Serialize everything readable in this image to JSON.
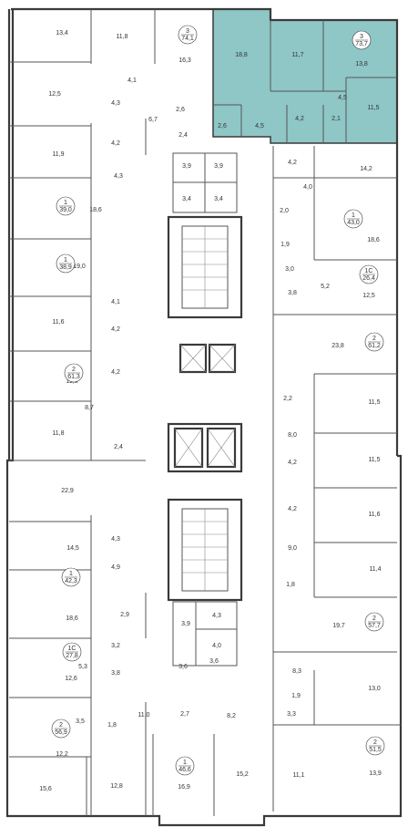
{
  "plan": {
    "highlight_color": "#8fc6c6",
    "rooms": [
      {
        "id": "r1",
        "t": "13,4"
      },
      {
        "id": "r2",
        "t": "11,8"
      },
      {
        "id": "r3",
        "t": "16,3"
      },
      {
        "id": "r4",
        "t": "18,8"
      },
      {
        "id": "r5",
        "t": "11,7"
      },
      {
        "id": "r6",
        "t": "13,8"
      },
      {
        "id": "r7",
        "t": "4,1"
      },
      {
        "id": "r8",
        "t": "12,5"
      },
      {
        "id": "r9",
        "t": "4,3"
      },
      {
        "id": "r10",
        "t": "6,7"
      },
      {
        "id": "r11",
        "t": "2,6"
      },
      {
        "id": "r12",
        "t": "2,6"
      },
      {
        "id": "r13",
        "t": "4,5"
      },
      {
        "id": "r14",
        "t": "11,5"
      },
      {
        "id": "r15",
        "t": "4,2"
      },
      {
        "id": "r16",
        "t": "2,1"
      },
      {
        "id": "r17",
        "t": "4,5"
      },
      {
        "id": "r18",
        "t": "4,2"
      },
      {
        "id": "r19",
        "t": "2,4"
      },
      {
        "id": "r20",
        "t": "11,9"
      },
      {
        "id": "r21",
        "t": "3,9"
      },
      {
        "id": "r22",
        "t": "3,9"
      },
      {
        "id": "r23",
        "t": "4,2"
      },
      {
        "id": "r24",
        "t": "14,2"
      },
      {
        "id": "r25",
        "t": "4,3"
      },
      {
        "id": "r26",
        "t": "4,0"
      },
      {
        "id": "r27",
        "t": "18,6"
      },
      {
        "id": "r28",
        "t": "3,4"
      },
      {
        "id": "r29",
        "t": "3,4"
      },
      {
        "id": "r30",
        "t": "2,0"
      },
      {
        "id": "r31",
        "t": "18,6"
      },
      {
        "id": "r32",
        "t": "1,9"
      },
      {
        "id": "r33",
        "t": "19,0"
      },
      {
        "id": "r34",
        "t": "3,0"
      },
      {
        "id": "r35",
        "t": "5,2"
      },
      {
        "id": "r36",
        "t": "3,8"
      },
      {
        "id": "r37",
        "t": "12,5"
      },
      {
        "id": "r38",
        "t": "4,1"
      },
      {
        "id": "r39",
        "t": "11,6"
      },
      {
        "id": "r40",
        "t": "4,2"
      },
      {
        "id": "r41",
        "t": "23,8"
      },
      {
        "id": "r42",
        "t": "4,2"
      },
      {
        "id": "r43",
        "t": "11,3"
      },
      {
        "id": "r44",
        "t": "2,2"
      },
      {
        "id": "r45",
        "t": "11,5"
      },
      {
        "id": "r46",
        "t": "8,7"
      },
      {
        "id": "r47",
        "t": "8,0"
      },
      {
        "id": "r48",
        "t": "11,8"
      },
      {
        "id": "r49",
        "t": "2,4"
      },
      {
        "id": "r50",
        "t": "11,5"
      },
      {
        "id": "r51",
        "t": "4,2"
      },
      {
        "id": "r52",
        "t": "22,9"
      },
      {
        "id": "r53",
        "t": "4,2"
      },
      {
        "id": "r54",
        "t": "11,6"
      },
      {
        "id": "r55",
        "t": "14,5"
      },
      {
        "id": "r56",
        "t": "4,3"
      },
      {
        "id": "r57",
        "t": "9,0"
      },
      {
        "id": "r58",
        "t": "4,9"
      },
      {
        "id": "r59",
        "t": "11,4"
      },
      {
        "id": "r60",
        "t": "1,8"
      },
      {
        "id": "r61",
        "t": "18,6"
      },
      {
        "id": "r62",
        "t": "2,9"
      },
      {
        "id": "r63",
        "t": "3,9"
      },
      {
        "id": "r64",
        "t": "4,3"
      },
      {
        "id": "r65",
        "t": "19,7"
      },
      {
        "id": "r66",
        "t": "4,0"
      },
      {
        "id": "r67",
        "t": "3,2"
      },
      {
        "id": "r68",
        "t": "5,3"
      },
      {
        "id": "r69",
        "t": "12,6"
      },
      {
        "id": "r70",
        "t": "3,8"
      },
      {
        "id": "r71",
        "t": "3,6"
      },
      {
        "id": "r72",
        "t": "3,6"
      },
      {
        "id": "r73",
        "t": "8,3"
      },
      {
        "id": "r74",
        "t": "1,9"
      },
      {
        "id": "r75",
        "t": "13,0"
      },
      {
        "id": "r76",
        "t": "3,3"
      },
      {
        "id": "r77",
        "t": "3,5"
      },
      {
        "id": "r78",
        "t": "1,8"
      },
      {
        "id": "r79",
        "t": "11,0"
      },
      {
        "id": "r80",
        "t": "2,7"
      },
      {
        "id": "r81",
        "t": "8,2"
      },
      {
        "id": "r82",
        "t": "12,2"
      },
      {
        "id": "r83",
        "t": "15,6"
      },
      {
        "id": "r84",
        "t": "12,8"
      },
      {
        "id": "r85",
        "t": "16,9"
      },
      {
        "id": "r86",
        "t": "15,2"
      },
      {
        "id": "r87",
        "t": "11,1"
      },
      {
        "id": "r88",
        "t": "13,9"
      }
    ],
    "units": [
      {
        "id": "u1",
        "rooms": "3",
        "area": "74,1"
      },
      {
        "id": "u2",
        "rooms": "3",
        "area": "73,7"
      },
      {
        "id": "u3",
        "rooms": "1",
        "area": "39,0"
      },
      {
        "id": "u4",
        "rooms": "1",
        "area": "43,0"
      },
      {
        "id": "u5",
        "rooms": "1",
        "area": "38,9"
      },
      {
        "id": "u6",
        "rooms": "1С",
        "area": "26,4"
      },
      {
        "id": "u7",
        "rooms": "2",
        "area": "61,2"
      },
      {
        "id": "u8",
        "rooms": "2",
        "area": "61,3"
      },
      {
        "id": "u9",
        "rooms": "1",
        "area": "42,3"
      },
      {
        "id": "u10",
        "rooms": "2",
        "area": "57,7"
      },
      {
        "id": "u11",
        "rooms": "1С",
        "area": "27,8"
      },
      {
        "id": "u12",
        "rooms": "2",
        "area": "56,9"
      },
      {
        "id": "u13",
        "rooms": "2",
        "area": "51,5"
      },
      {
        "id": "u14",
        "rooms": "1",
        "area": "46,6"
      }
    ]
  }
}
